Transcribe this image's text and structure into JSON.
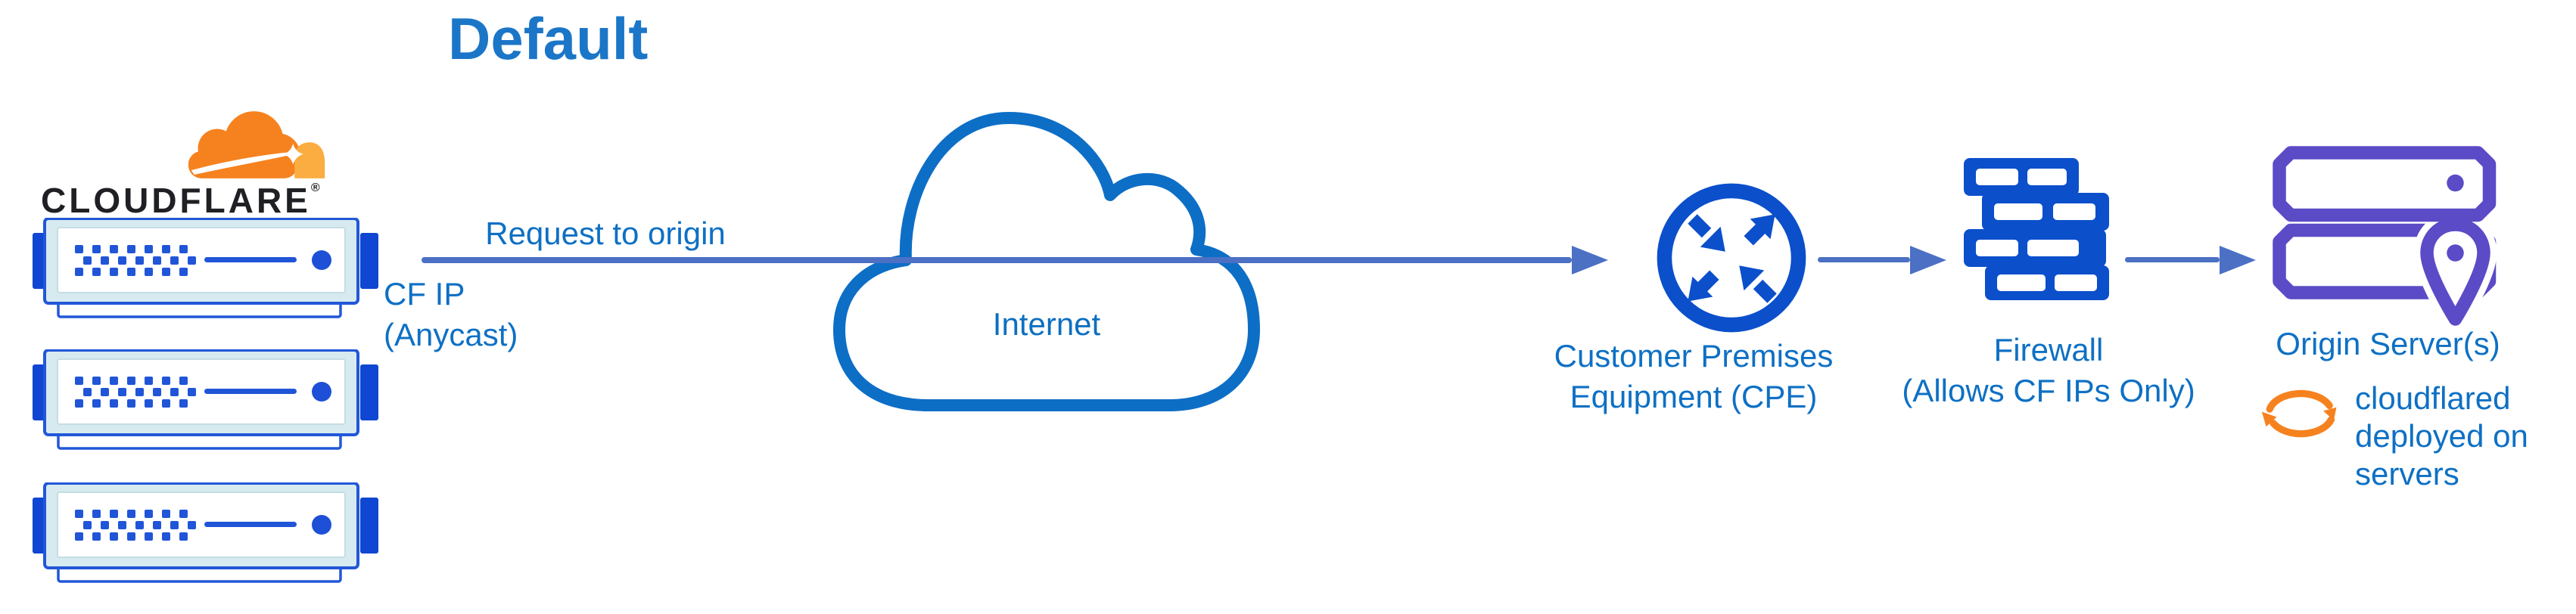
{
  "title": "Default",
  "logo": {
    "wordmark": "CLOUDFLARE",
    "registered": "®"
  },
  "labels": {
    "request": "Request to origin",
    "cf_ip": [
      "CF IP",
      "(Anycast)"
    ],
    "internet": "Internet",
    "cpe": [
      "Customer Premises",
      "Equipment (CPE)"
    ],
    "firewall": [
      "Firewall",
      "(Allows CF IPs Only)"
    ],
    "origin": "Origin Server(s)",
    "cloudflared": [
      "cloudflared",
      "deployed on",
      "servers"
    ]
  },
  "colors": {
    "label_blue": "#0e70c4",
    "title_blue": "#1b76c8",
    "arrow_blue": "#4b70c4",
    "icon_royal_blue": "#0b4fcb",
    "server_blue": "#2155d8",
    "server_body_fill": "#d7eaf0",
    "server_tab_blue": "#0f46d2",
    "internet_cloud_stroke": "#0d6ec6",
    "origin_purple": "#5b4bc6",
    "cloudflare_orange": "#f6821f",
    "cloudflare_orange_light": "#fbad41",
    "wordmark_black": "#1e2023"
  }
}
